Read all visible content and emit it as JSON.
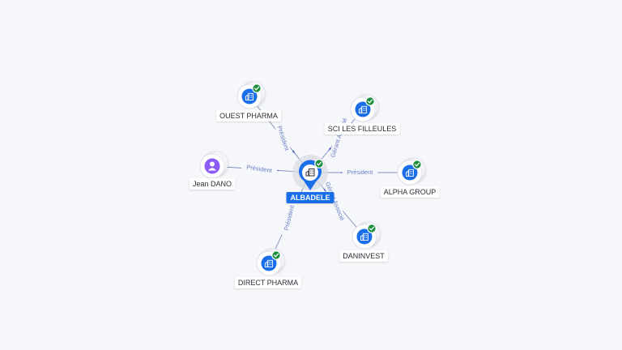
{
  "colors": {
    "accent": "#1a6ee8",
    "person": "#8b5cf6",
    "check": "#1e8e3e",
    "edge": "#7f8fbf"
  },
  "center": {
    "name": "ALBADELE",
    "icon": "building-icon"
  },
  "nodes": [
    {
      "id": "ouest",
      "name": "OUEST PHARMA",
      "type": "company",
      "icon": "building-icon",
      "verified": true
    },
    {
      "id": "sci",
      "name": "SCI LES FILLEULES",
      "type": "company",
      "icon": "building-icon",
      "verified": true
    },
    {
      "id": "alpha",
      "name": "ALPHA GROUP",
      "type": "company",
      "icon": "building-icon",
      "verified": true
    },
    {
      "id": "daninvest",
      "name": "DANINVEST",
      "type": "company",
      "icon": "building-icon",
      "verified": true
    },
    {
      "id": "direct",
      "name": "DIRECT PHARMA",
      "type": "company",
      "icon": "building-icon",
      "verified": true
    },
    {
      "id": "jean",
      "name": "Jean DANO",
      "type": "person",
      "icon": "person-icon",
      "verified": false
    }
  ],
  "edges": [
    {
      "to": "ouest",
      "label": "Président"
    },
    {
      "to": "sci",
      "label": "Gérant Associé"
    },
    {
      "to": "alpha",
      "label": "Président"
    },
    {
      "to": "daninvest",
      "label": "Gérant Associé"
    },
    {
      "to": "direct",
      "label": "Président"
    },
    {
      "to": "jean",
      "label": "Président"
    }
  ]
}
